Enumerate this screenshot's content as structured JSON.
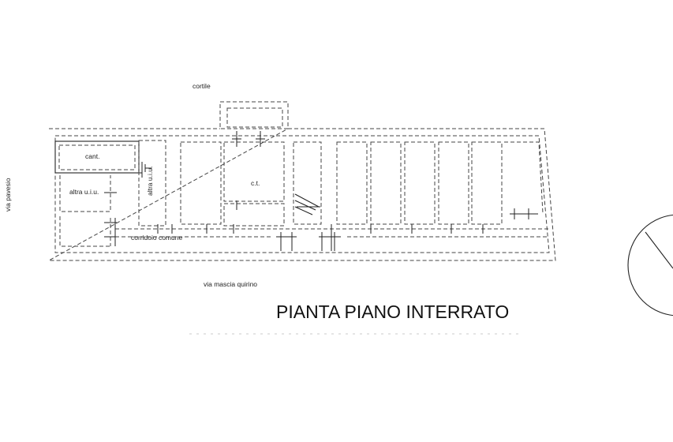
{
  "labels": {
    "cortile": "cortile",
    "cant": "cant.",
    "altra_uiu_left": "altra u.i.u.",
    "altra_uiu_vertical": "altra u.i.u.",
    "ct": "c.t.",
    "corridoio": "corridoio comune",
    "via_pavesio": "via pavesio",
    "via_mascia": "via mascia quirino"
  },
  "title": "PIANTA PIANO INTERRATO"
}
